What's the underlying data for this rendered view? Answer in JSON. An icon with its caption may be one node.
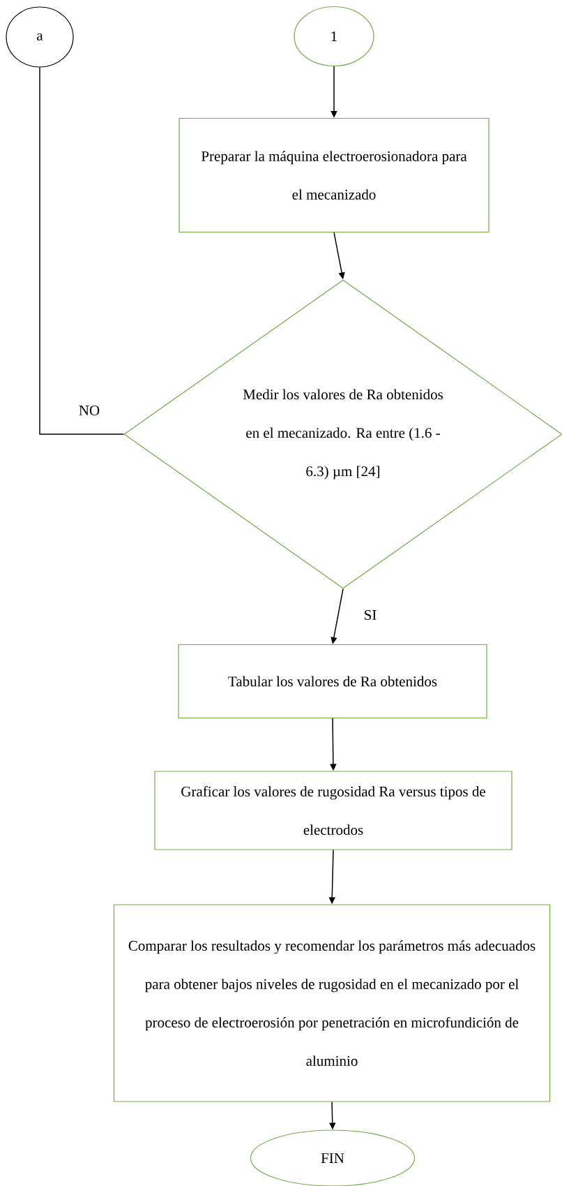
{
  "diagram": {
    "nodes": [
      {
        "text": [
          "a"
        ]
      },
      {
        "text": [
          "1"
        ]
      },
      {
        "text": [
          "Preparar la máquina electroerosionadora para el mecanizado"
        ]
      },
      {
        "text": [
          "Medir los valores de Ra obtenidos en el mecanizado. Ra entre (1.6 - 6.3) µm [24]"
        ]
      },
      {
        "text": [
          "Tabular los valores de Ra obtenidos"
        ]
      },
      {
        "text": [
          "Graficar los valores de rugosidad Ra versus tipos de electrodos"
        ]
      },
      {
        "text": [
          "Comparar los resultados y recomendar los parámetros más adecuados para obtener bajos niveles de rugosidad en el mecanizado por el proceso de electroerosión por penetración en microfundición de aluminio"
        ]
      },
      {
        "text": [
          "FIN"
        ]
      }
    ],
    "edges": [
      {
        "from": 1,
        "to": 2,
        "arrow": "to"
      },
      {
        "from": 2,
        "to": 3,
        "arrow": "to"
      },
      {
        "from": 3,
        "to": 0,
        "arrow": "none",
        "label": "NO"
      },
      {
        "from": 3,
        "to": 4,
        "arrow": "to",
        "label": "SI"
      },
      {
        "from": 4,
        "to": 5,
        "arrow": "to"
      },
      {
        "from": 5,
        "to": 6,
        "arrow": "to"
      },
      {
        "from": 6,
        "to": 7,
        "arrow": "to"
      }
    ]
  }
}
